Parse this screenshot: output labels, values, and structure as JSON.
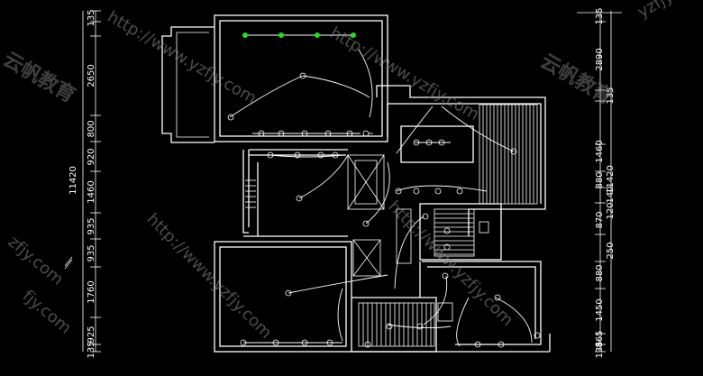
{
  "drawing": {
    "background": "#000000",
    "line_color": "#ffffff",
    "highlight_color": "#22dd22"
  },
  "dimensions_left": {
    "total": "11420",
    "segments": [
      "135",
      "2650",
      "800",
      "920",
      "1460",
      "935",
      "935",
      "1760",
      "925",
      "135"
    ]
  },
  "dimensions_right": {
    "total": "11420",
    "segments": [
      "135",
      "2890",
      "135",
      "1460",
      "880",
      "140",
      "120",
      "870",
      "250",
      "880",
      "1450",
      "865",
      "135"
    ]
  },
  "watermarks": {
    "url": "http://www.yzfjy.com",
    "url_fragment_left": "zfjy.com",
    "url_fragment_top": "yzfjy",
    "cn_left": "云帆教育",
    "cn_right": "云帆教育",
    "url_fragment_bottom": "fjy.com"
  }
}
